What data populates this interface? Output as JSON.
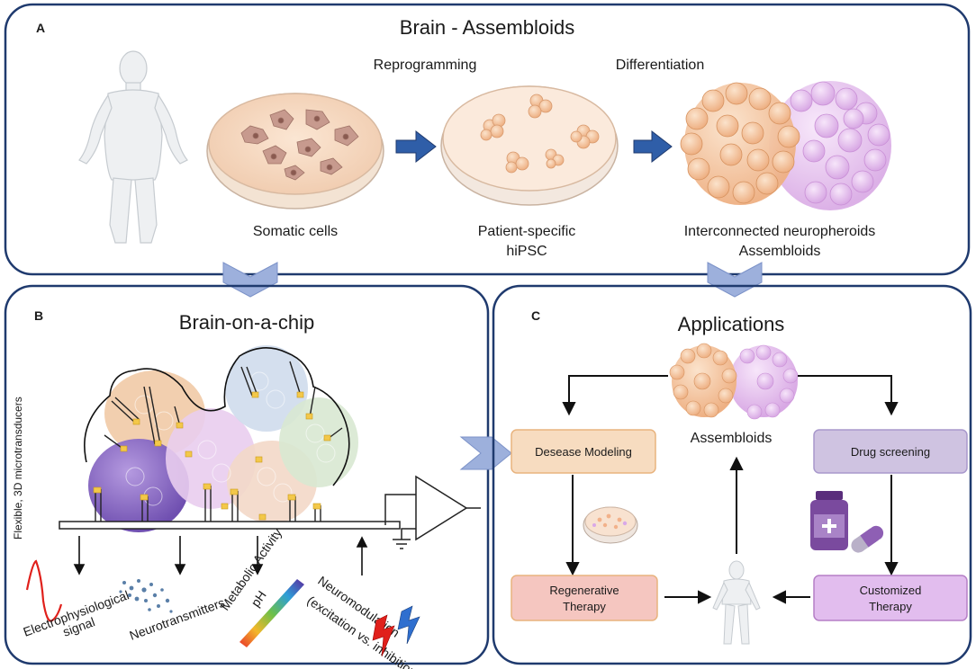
{
  "panel_a": {
    "letter": "A",
    "title": "Brain - Assembloids",
    "step_reprogramming": "Reprogramming",
    "step_differentiation": "Differentiation",
    "label_somatic": "Somatic cells",
    "label_hipsc_1": "Patient-specific",
    "label_hipsc_2": "hiPSC",
    "label_assembloids_1": "Interconnected neuropheroids",
    "label_assembloids_2": "Assembloids"
  },
  "panel_b": {
    "letter": "B",
    "title": "Brain-on-a-chip",
    "side_label": "Flexible, 3D microtransducers",
    "readout_electro_1": "Electrophysiological",
    "readout_electro_2": "signal",
    "readout_neurotransmitters": "Neurotransmitters",
    "readout_metabolic_1": "Metabolic Activity",
    "readout_metabolic_2": "pH",
    "readout_neuromod_1": "Neuromodulation",
    "readout_neuromod_2": "(excitation vs. inhibition)"
  },
  "panel_c": {
    "letter": "C",
    "title": "Applications",
    "center_label": "Assembloids",
    "box_desease": "Desease Modeling",
    "box_drug": "Drug screening",
    "box_regen_1": "Regenerative",
    "box_regen_2": "Therapy",
    "box_custom_1": "Customized",
    "box_custom_2": "Therapy"
  },
  "colors": {
    "frame": "#1f3a6e",
    "arrow_blue": "#2f5ea8",
    "chevron": "#9db0dc",
    "orange_cells": "#f4c79f",
    "pink_cells": "#e7c6ee",
    "purple_cells": "#8e6cc4",
    "box_desease_fill": "#f7dcc0",
    "box_drug_fill": "#cfc3e1",
    "box_regen_fill": "#f5c6c0",
    "box_custom_fill": "#e2bdee"
  }
}
